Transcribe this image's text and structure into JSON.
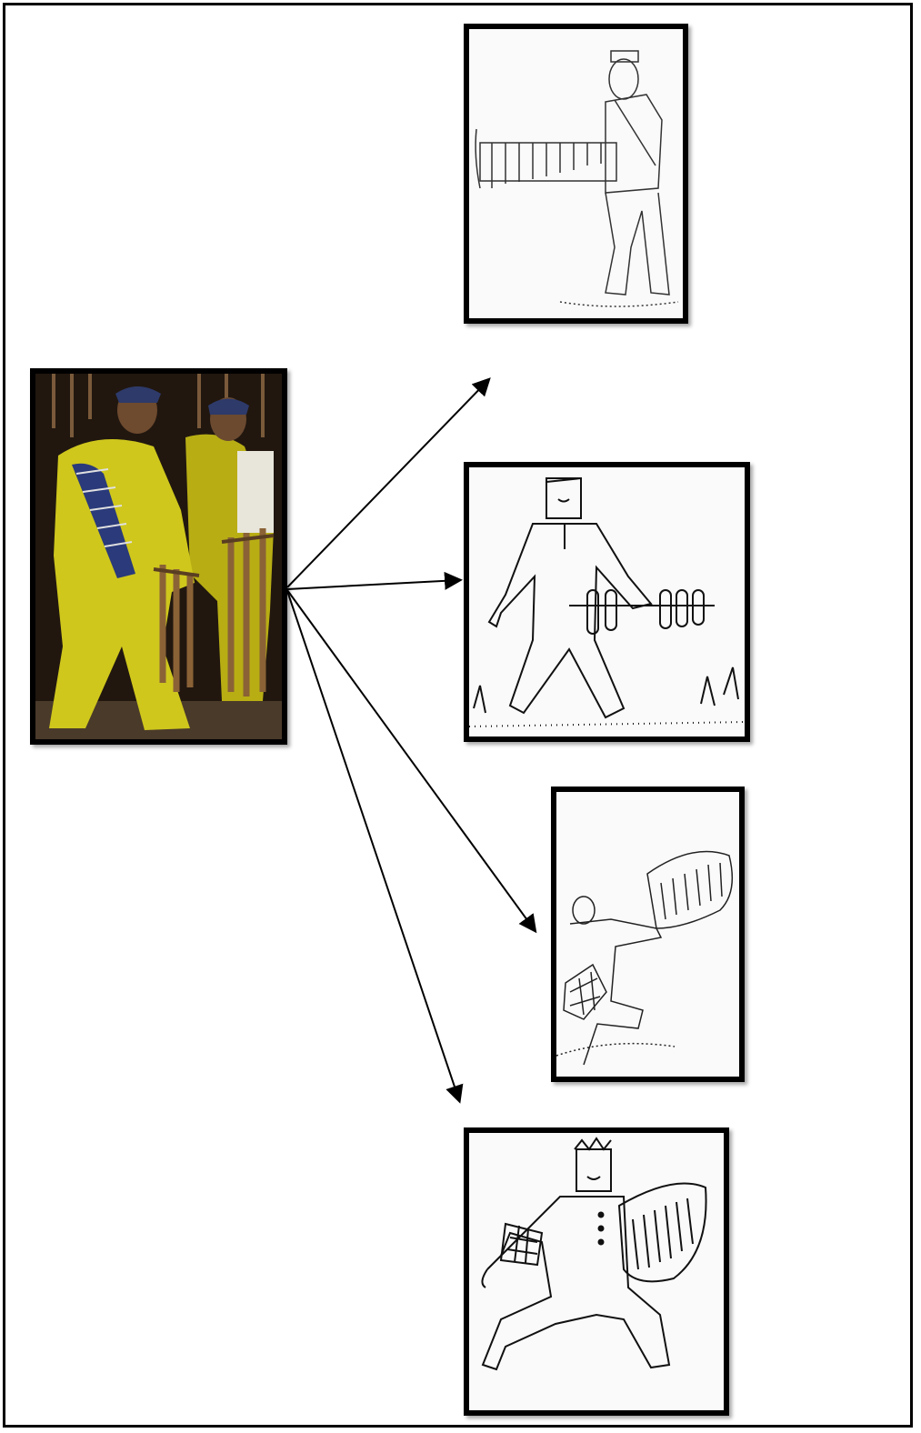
{
  "figure": {
    "source_image": "photo-angklung-performers",
    "drawings": [
      "drawing-1-standing-player",
      "drawing-2-player-horizontal-angklung",
      "drawing-3-player-raising-angklung",
      "drawing-4-player-wide-stance"
    ],
    "colors": {
      "border": "#000000",
      "photo_costume": "#c9c21a",
      "photo_background": "#2a1d12",
      "scarf": "#2a3a7a"
    }
  }
}
